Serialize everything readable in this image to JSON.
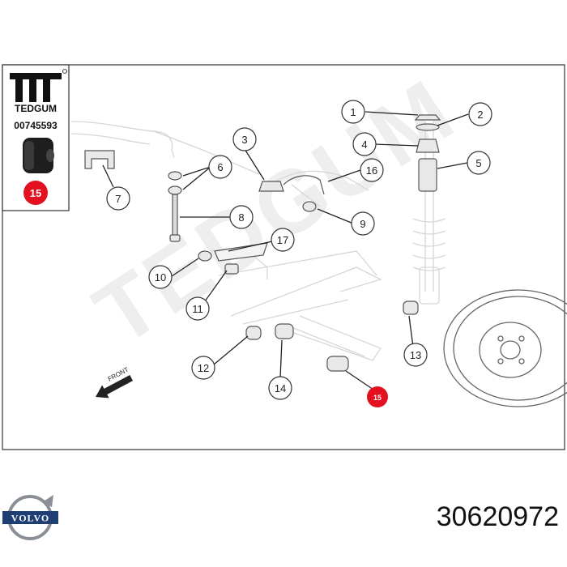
{
  "brand_box": {
    "brand_name": "TEDGUM",
    "article_number": "00745593",
    "highlight_callout": "15"
  },
  "watermark": "TEDGUM",
  "front_label": "FRONT",
  "callouts": [
    "1",
    "2",
    "3",
    "4",
    "5",
    "6",
    "7",
    "8",
    "9",
    "10",
    "11",
    "12",
    "13",
    "14",
    "15",
    "16",
    "17"
  ],
  "footer": {
    "logo_text": "VOLVO",
    "part_number": "30620972"
  },
  "colors": {
    "highlight": "#e3101f",
    "outline": "#555555",
    "watermark": "#eeeeee",
    "bushing": "#e9e9e9"
  }
}
